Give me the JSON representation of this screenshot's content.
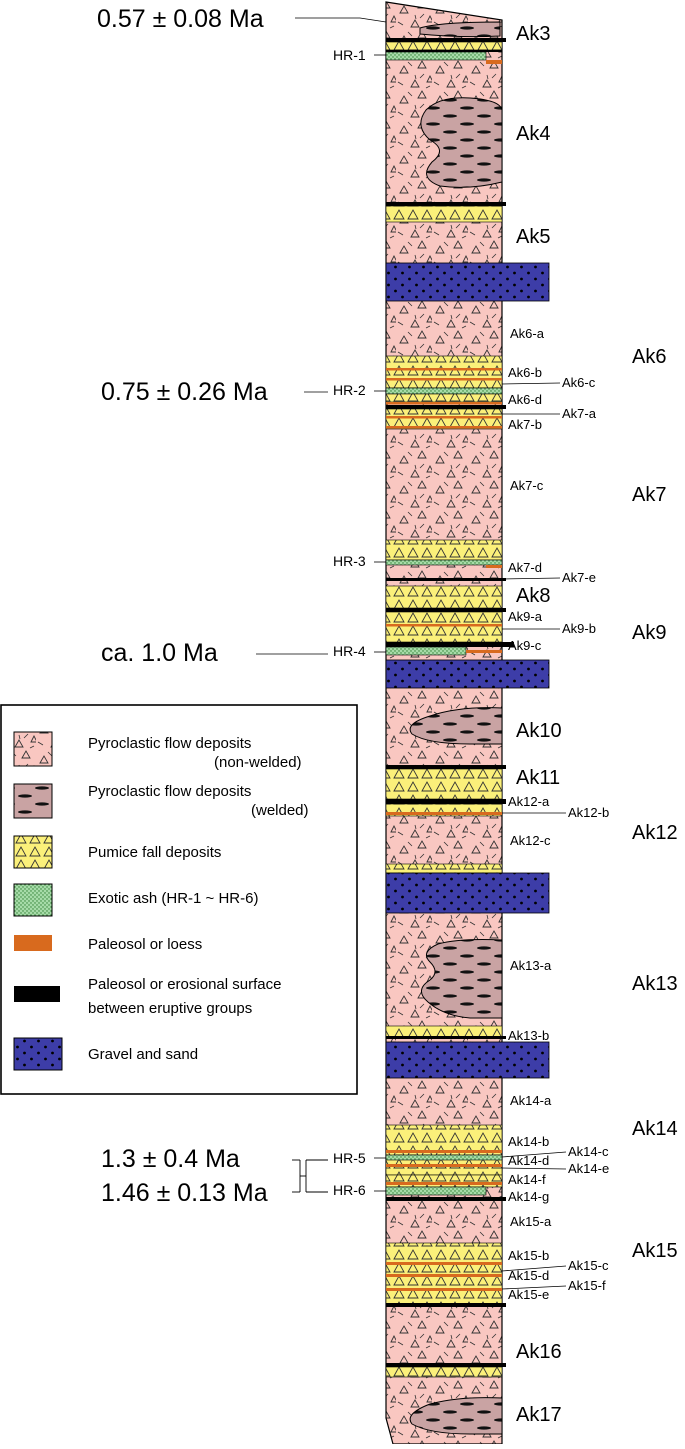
{
  "colors": {
    "nonwelded": "#f9c7c1",
    "welded": "#c9a3a3",
    "pumice": "#fbf07a",
    "exotic_ash": "#a6dba8",
    "paleosol": "#d86a1e",
    "erosional": "#000000",
    "gravel": "#3d3da8"
  },
  "ages": {
    "ak3": "0.57 ± 0.08 Ma",
    "hr2": "0.75 ± 0.26 Ma",
    "hr4": "ca. 1.0  Ma",
    "hr5": "1.3 ± 0.4 Ma",
    "hr6": "1.46 ± 0.13 Ma"
  },
  "samples": {
    "hr1": "HR-1",
    "hr2": "HR-2",
    "hr3": "HR-3",
    "hr4": "HR-4",
    "hr5": "HR-5",
    "hr6": "HR-6"
  },
  "units_major": {
    "ak3": "Ak3",
    "ak4": "Ak4",
    "ak5": "Ak5",
    "ak8": "Ak8",
    "ak10": "Ak10",
    "ak11": "Ak11",
    "ak16": "Ak16",
    "ak17": "Ak17"
  },
  "groups": {
    "ak6": "Ak6",
    "ak7": "Ak7",
    "ak9": "Ak9",
    "ak12": "Ak12",
    "ak13": "Ak13",
    "ak14": "Ak14",
    "ak15": "Ak15"
  },
  "subunits": {
    "ak6a": "Ak6-a",
    "ak6b": "Ak6-b",
    "ak6c": "Ak6-c",
    "ak6d": "Ak6-d",
    "ak7a": "Ak7-a",
    "ak7b": "Ak7-b",
    "ak7c": "Ak7-c",
    "ak7d": "Ak7-d",
    "ak7e": "Ak7-e",
    "ak9a": "Ak9-a",
    "ak9b": "Ak9-b",
    "ak9c": "Ak9-c",
    "ak12a": "Ak12-a",
    "ak12b": "Ak12-b",
    "ak12c": "Ak12-c",
    "ak13a": "Ak13-a",
    "ak13b": "Ak13-b",
    "ak14a": "Ak14-a",
    "ak14b": "Ak14-b",
    "ak14c": "Ak14-c",
    "ak14d": "Ak14-d",
    "ak14e": "Ak14-e",
    "ak14f": "Ak14-f",
    "ak14g": "Ak14-g",
    "ak15a": "Ak15-a",
    "ak15b": "Ak15-b",
    "ak15c": "Ak15-c",
    "ak15d": "Ak15-d",
    "ak15e": "Ak15-e",
    "ak15f": "Ak15-f"
  },
  "legend": {
    "nonwelded_1": "Pyroclastic  flow deposits",
    "nonwelded_2": "(non-welded)",
    "welded_1": "Pyroclastic  flow deposits",
    "welded_2": "(welded)",
    "pumice": "Pumice fall deposits",
    "exotic": "Exotic ash (HR-1 ~ HR-6)",
    "paleosol": "Paleosol or loess",
    "erosional_1": "Paleosol or erosional surface",
    "erosional_2": "between eruptive groups",
    "gravel": "Gravel and sand"
  }
}
